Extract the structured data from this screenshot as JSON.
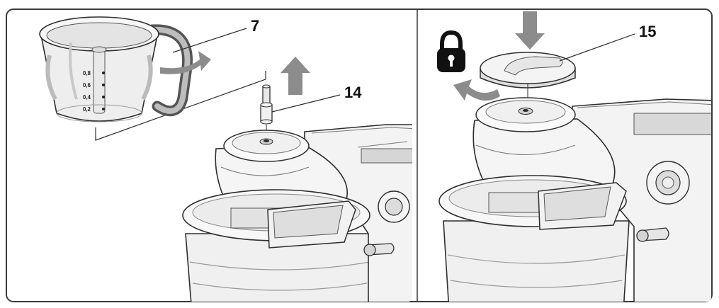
{
  "panels": [
    {
      "callouts": [
        "7",
        "14"
      ],
      "jug_scale": [
        "0,8",
        "0,6",
        "0,4",
        "0,2"
      ]
    },
    {
      "callouts": [
        "15"
      ]
    }
  ],
  "colors": {
    "frame": "#3a3a3a",
    "line": "#2e2e2e",
    "arrow": "#8c8c8c",
    "body_fill": "#f2f2f2",
    "body_shade": "#d9d9d9",
    "lock": "#111111"
  },
  "icons": [
    "up-arrow-icon",
    "down-arrow-icon",
    "rotate-arrow-icon",
    "lock-icon"
  ]
}
